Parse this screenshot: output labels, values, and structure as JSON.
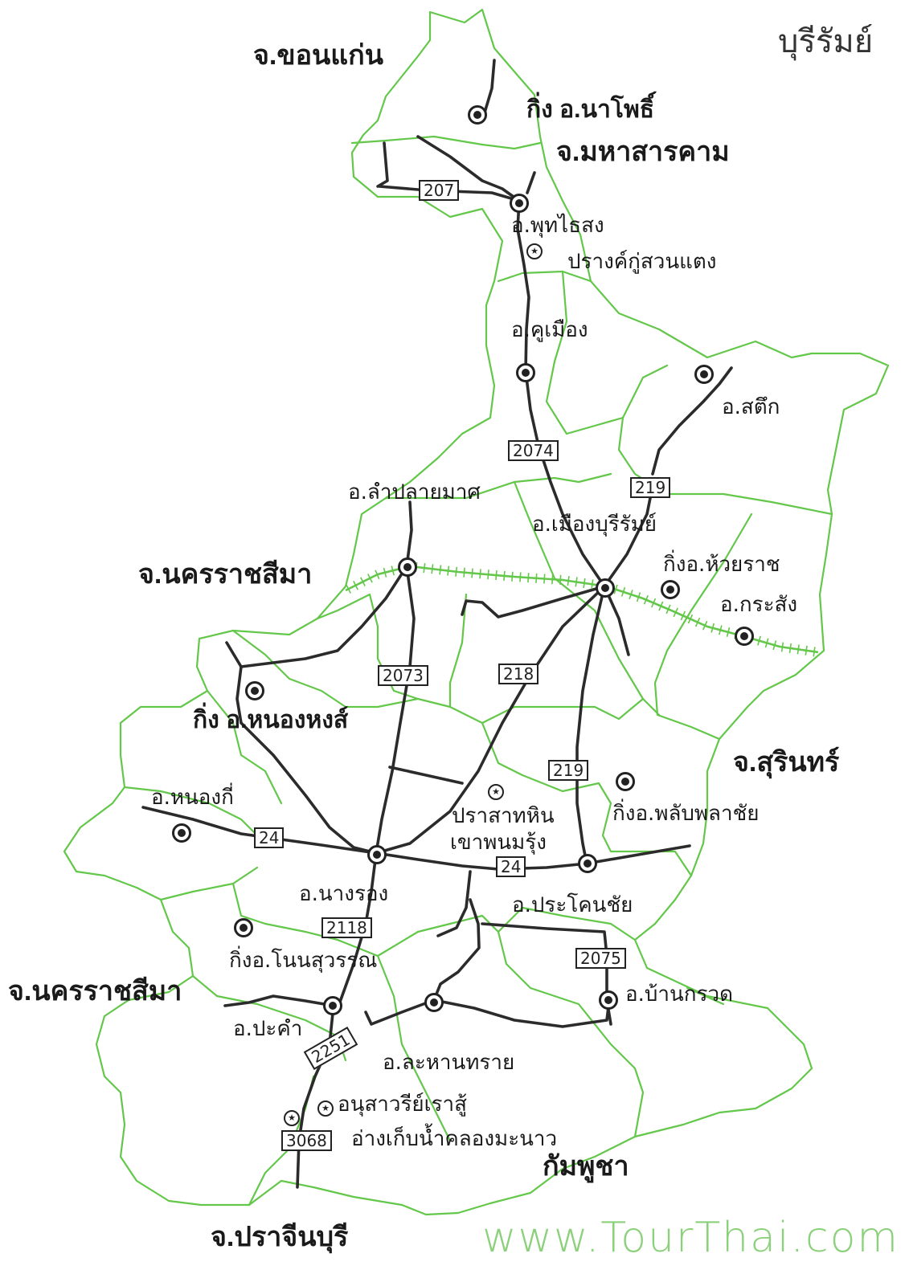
{
  "title": "บุรีรัมย์",
  "watermark": "www.TourThai.com",
  "neighbors": {
    "khonkaen": "จ.ขอนแก่น",
    "mahasarakham": "จ.มหาสารคาม",
    "nakhonratchasima_1": "จ.นครราชสีมา",
    "nakhonratchasima_2": "จ.นครราชสีมา",
    "surin": "จ.สุรินทร์",
    "cambodia": "กัมพูชา",
    "prachinburi": "จ.ปราจีนบุรี"
  },
  "districts": {
    "na_pho": "กิ่ง อ.นาโพธิ์",
    "phutthaisong": "อ.พุทไธสง",
    "khu_mueang": "อ.คูเมือง",
    "satuek": "อ.สตึก",
    "lam_plai_mat": "อ.ลำปลายมาศ",
    "mueang": "อ.เมืองบุรีรัมย์",
    "huai_rat": "กิ่งอ.ห้วยราช",
    "krasang": "อ.กระสัง",
    "nong_hong": "กิ่ง อ.หนองหงส์",
    "nong_ki": "อ.หนองกี่",
    "phlapphla_chai": "กิ่งอ.พลับพลาชัย",
    "nang_rong": "อ.นางรอง",
    "prakhon_chai": "อ.ประโคนชัย",
    "non_suwan": "กิ่งอ.โนนสุวรรณ",
    "ban_kruat": "อ.บ้านกรวด",
    "pakham": "อ.ปะคำ",
    "lahan_sai": "อ.ละหานทราย"
  },
  "attractions": {
    "ku_suan_taeng": "ปรางค์กู่สวนแตง",
    "phanom_rung_1": "ปราสาทหิน",
    "phanom_rung_2": "เขาพนมรุ้ง",
    "rao_su": "อนุสาวรีย์เราสู้",
    "khlong_mahawao": "อ่างเก็บน้ำคลองมะนาว"
  },
  "routes": {
    "r207": "207",
    "r2074": "2074",
    "r219a": "219",
    "r2073": "2073",
    "r218": "218",
    "r219b": "219",
    "r24a": "24",
    "r24b": "24",
    "r2118": "2118",
    "r2075": "2075",
    "r2251": "2251",
    "r3068": "3068"
  }
}
